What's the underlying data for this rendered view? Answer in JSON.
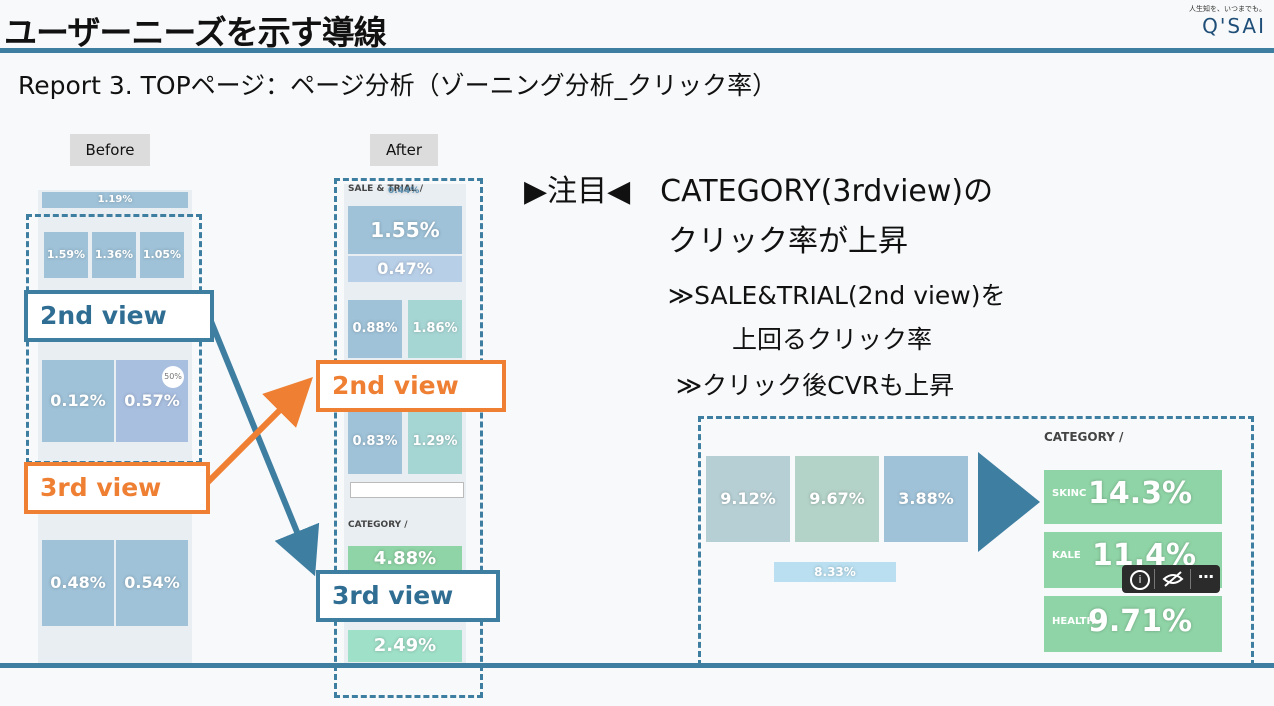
{
  "header": {
    "title": "ユーザーニーズを示す導線"
  },
  "logo": {
    "tagline": "人生知を、いつまでも。",
    "name": "Q'SAI"
  },
  "subtitle": "Report 3. TOPページ：ページ分析（ゾーニング分析_クリック率）",
  "before": {
    "label": "Before",
    "top_pct": "1.19%",
    "row1": [
      "1.59%",
      "1.36%",
      "1.05%"
    ],
    "row2": [
      "0.12%",
      "0.57%"
    ],
    "row3": [
      "0.48%",
      "0.54%"
    ],
    "badge": "50%"
  },
  "after": {
    "label": "After",
    "top_pct": "0.44%",
    "section_title": "SALE & TRIAL /",
    "hero_pct": "1.55%",
    "hero_sub_pct": "0.47%",
    "row1": [
      "0.88%",
      "1.86%"
    ],
    "row2": [
      "0.83%",
      "1.29%"
    ],
    "category_title": "CATEGORY /",
    "cat_pct": "4.88%",
    "bottom_pct": "2.49%"
  },
  "labels": {
    "view2_blue": "2nd view",
    "view3_orange": "3rd view",
    "view2_orange": "2nd view",
    "view3_blue": "3rd view"
  },
  "notes": {
    "line1": "▶注目◀　CATEGORY(3rdview)の",
    "line2": "クリック率が上昇",
    "line3": "≫SALE&TRIAL(2nd view)を",
    "line4": "上回るクリック率",
    "line5": "≫クリック後CVRも上昇"
  },
  "detail": {
    "left_pcts": [
      "9.12%",
      "9.67%",
      "3.88%"
    ],
    "bottom_pct": "8.33%",
    "category_title": "CATEGORY /",
    "cards": [
      {
        "label": "SKINC",
        "pct": "14.3%"
      },
      {
        "label": "KALE",
        "pct": "11.4%"
      },
      {
        "label": "HEALTH",
        "pct": "9.71%"
      }
    ]
  },
  "colors": {
    "blue": "#3e7ea1",
    "orange": "#ee7f33",
    "green": "#8fd4a6"
  }
}
